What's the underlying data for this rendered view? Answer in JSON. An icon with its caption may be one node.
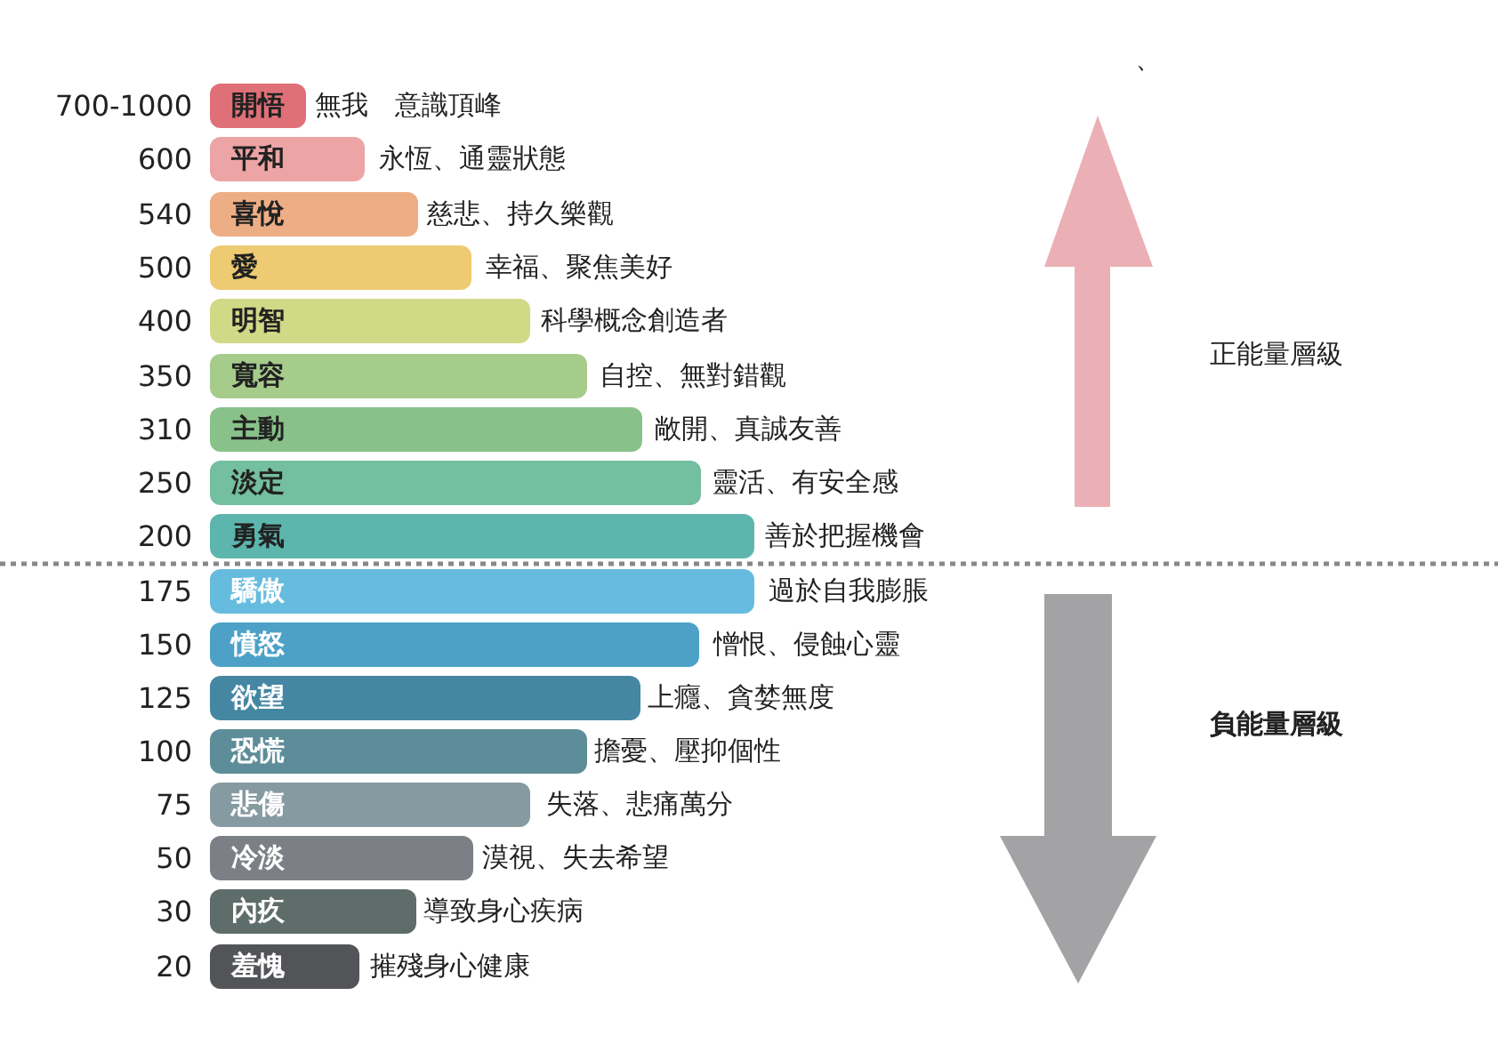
{
  "diagram": {
    "nodes": [
      {
        "text": [
          "開悟"
        ],
        "beside": [
          "700-1000",
          "無我　意識頂峰"
        ]
      },
      {
        "text": [
          "平和"
        ],
        "beside": [
          "600",
          "永恆、通靈狀態"
        ]
      },
      {
        "text": [
          "喜悅"
        ],
        "beside": [
          "540",
          "慈悲、持久樂觀"
        ]
      },
      {
        "text": [
          "愛"
        ],
        "beside": [
          "500",
          "幸福、聚焦美好"
        ]
      },
      {
        "text": [
          "明智"
        ],
        "beside": [
          "400",
          "科學概念創造者"
        ]
      },
      {
        "text": [
          "寬容"
        ],
        "beside": [
          "350",
          "自控、無對錯觀"
        ]
      },
      {
        "text": [
          "主動"
        ],
        "beside": [
          "310",
          "敞開、真誠友善"
        ]
      },
      {
        "text": [
          "淡定"
        ],
        "beside": [
          "250",
          "靈活、有安全感"
        ]
      },
      {
        "text": [
          "勇氣"
        ],
        "beside": [
          "200",
          "善於把握機會"
        ]
      },
      {
        "text": [
          "驕傲"
        ],
        "beside": [
          "175",
          "過於自我膨脹"
        ]
      },
      {
        "text": [
          "憤怒"
        ],
        "beside": [
          "150",
          "憎恨、侵蝕心靈"
        ]
      },
      {
        "text": [
          "欲望"
        ],
        "beside": [
          "125",
          "上癮、貪婪無度"
        ]
      },
      {
        "text": [
          "恐慌"
        ],
        "beside": [
          "100",
          "擔憂、壓抑個性"
        ]
      },
      {
        "text": [
          "悲傷"
        ],
        "beside": [
          "75",
          "失落、悲痛萬分"
        ]
      },
      {
        "text": [
          "冷淡"
        ],
        "beside": [
          "50",
          "漠視、失去希望"
        ]
      },
      {
        "text": [
          "內疚"
        ],
        "beside": [
          "30",
          "導致身心疾病"
        ]
      },
      {
        "text": [
          "羞愧"
        ],
        "beside": [
          "20",
          "摧殘身心健康"
        ]
      }
    ],
    "labels": [
      "、",
      "正能量層級",
      "負能量層級"
    ]
  }
}
